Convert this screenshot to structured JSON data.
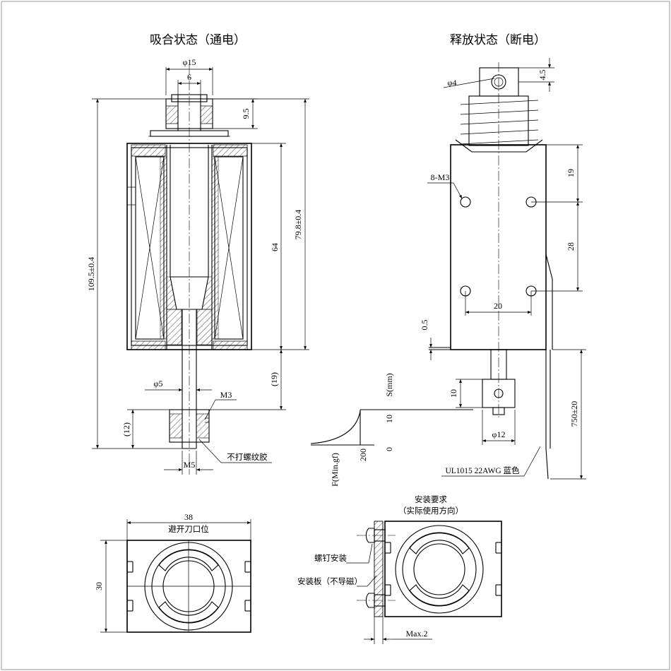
{
  "titles": {
    "energized": "吸合状态（通电）",
    "released": "释放状态（断电）"
  },
  "front_view": {
    "dim_phi15": "φ15",
    "dim_6": "6",
    "dim_9_5": "9.5",
    "dim_109_5": "109.5±0.4",
    "dim_79_8": "79.8±0.4",
    "dim_64": "64",
    "dim_19": "(19)",
    "dim_phi5": "φ5",
    "dim_m3": "M3",
    "dim_12": "(12)",
    "dim_m5": "M5",
    "note_no_glue": "不打螺纹胶"
  },
  "force_graph": {
    "x_axis_label": "S(mm)",
    "x_tick_10": "10",
    "x_tick_0": "0",
    "y_axis_label": "F(Min.gf)",
    "y_tick_200": "200"
  },
  "side_view": {
    "dim_phi4": "φ4",
    "dim_4_5": "4.5",
    "dim_8m3": "8-M3",
    "dim_19": "19",
    "dim_28": "28",
    "dim_20": "20",
    "dim_0_5": "0.5",
    "dim_10": "10",
    "dim_phi12": "φ12",
    "dim_750": "750±20",
    "wire_note": "UL1015 22AWG 蓝色"
  },
  "bottom_left": {
    "dim_38": "38",
    "dim_30": "30",
    "note_clearance": "避开刀口位"
  },
  "bottom_right": {
    "req_title": "安装要求",
    "req_sub": "（实际使用方向）",
    "note_screw": "螺钉安装",
    "note_plate": "安装板（不导磁）",
    "dim_max2": "Max.2"
  }
}
